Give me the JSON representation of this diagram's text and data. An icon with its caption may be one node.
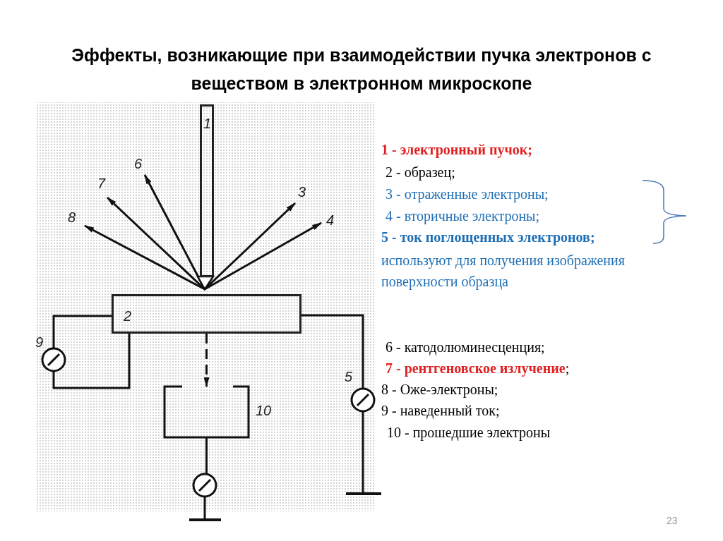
{
  "diagram": {
    "title": "Эффекты, возникающие при взаимодействии пучка электронов с веществом в электронном микроскопе",
    "nodes": [
      {
        "text": [
          "1"
        ]
      },
      {
        "text": [
          "2"
        ]
      },
      {
        "text": [],
        "shape": "circle",
        "beside": [
          "9"
        ]
      },
      {
        "text": [],
        "shape": "box",
        "beside": [
          "10"
        ]
      },
      {
        "text": [],
        "shape": "circle",
        "beside": [
          "5"
        ]
      },
      {
        "text": [],
        "shape": "circle"
      },
      {
        "text": [],
        "shape": "bar"
      },
      {
        "text": [],
        "shape": "bar"
      }
    ],
    "edges": [
      {
        "from": 1,
        "to": 2,
        "arrow": "none"
      },
      {
        "from": 2,
        "to": 1,
        "arrow": "none"
      },
      {
        "from": 1,
        "to": 4,
        "arrow": "none"
      },
      {
        "from": 4,
        "to": 6,
        "arrow": "none"
      },
      {
        "from": 1,
        "to": 3,
        "arrow": "to",
        "style": "dashed"
      },
      {
        "from": 3,
        "to": 5,
        "arrow": "none"
      },
      {
        "from": 5,
        "to": 7,
        "arrow": "none"
      }
    ],
    "labels": [
      "6",
      "7",
      "3",
      "8",
      "4",
      "**1 - электронный пучок;**",
      "2 - образец;",
      "3 - отраженные электроны;",
      "4 - вторичные электроны;",
      "**5 - ток поглощенных электронов;**",
      "используют для получения изображения поверхности образца",
      "6 - катодолюминесценция;",
      "**7 - рентгеновское излучение**;",
      "8 - Оже-электроны;",
      "9 - наведенный ток;",
      "10 - прошедшие электроны",
      "23"
    ]
  }
}
